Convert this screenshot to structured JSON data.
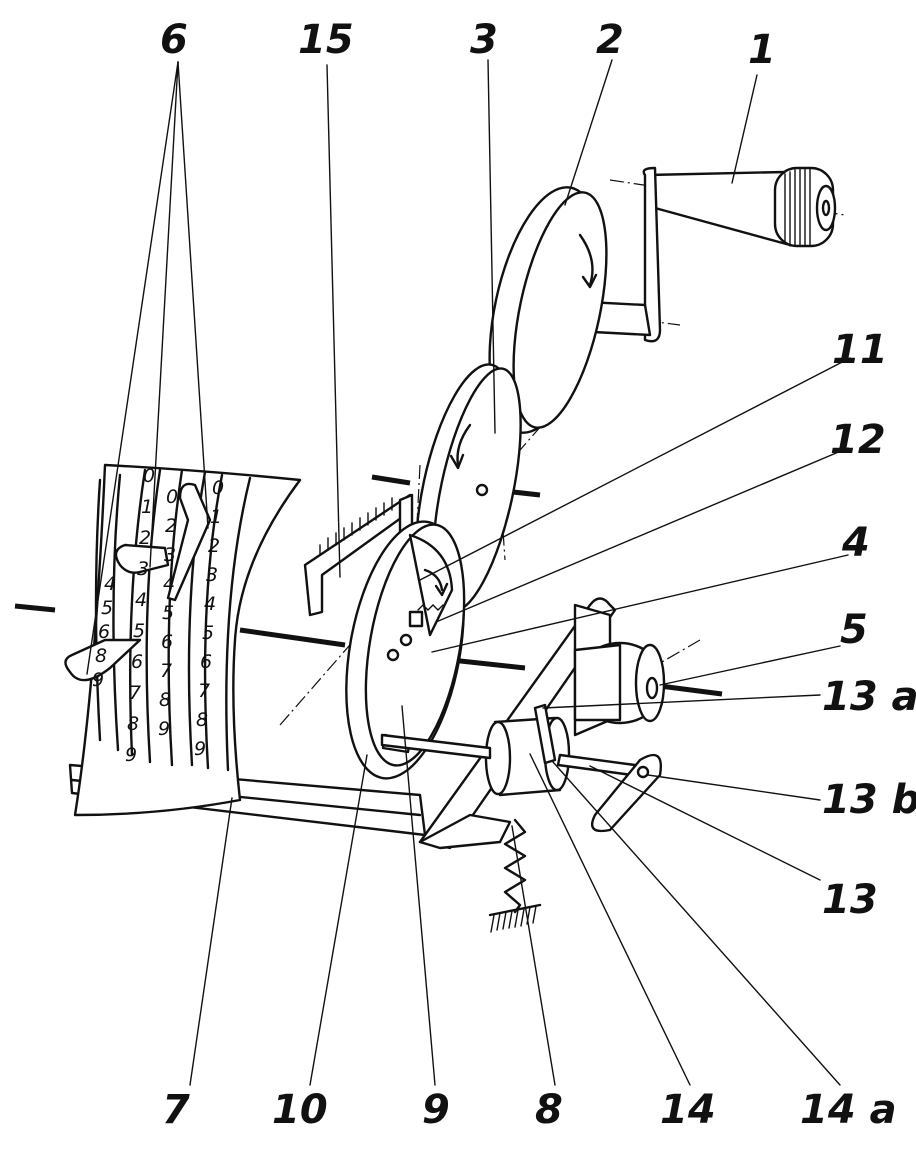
{
  "figure": {
    "labels": [
      {
        "id": "label-1",
        "text": "1"
      },
      {
        "id": "label-2",
        "text": "2"
      },
      {
        "id": "label-3",
        "text": "3"
      },
      {
        "id": "label-4",
        "text": "4"
      },
      {
        "id": "label-5",
        "text": "5"
      },
      {
        "id": "label-6",
        "text": "6"
      },
      {
        "id": "label-7",
        "text": "7"
      },
      {
        "id": "label-8",
        "text": "8"
      },
      {
        "id": "label-9",
        "text": "9"
      },
      {
        "id": "label-10",
        "text": "10"
      },
      {
        "id": "label-11",
        "text": "11"
      },
      {
        "id": "label-12",
        "text": "12"
      },
      {
        "id": "label-13",
        "text": "13"
      },
      {
        "id": "label-13a",
        "text": "13 a"
      },
      {
        "id": "label-13b",
        "text": "13 b"
      },
      {
        "id": "label-14",
        "text": "14"
      },
      {
        "id": "label-14a",
        "text": "14 a"
      },
      {
        "id": "label-15",
        "text": "15"
      }
    ],
    "dial_digits": {
      "column_1": [
        "4",
        "5",
        "6",
        "8",
        "9"
      ],
      "column_2": [
        "0",
        "1",
        "2",
        "3",
        "4",
        "5",
        "6",
        "7",
        "8",
        "9"
      ],
      "column_3": [
        "0",
        "2",
        "3",
        "4",
        "5",
        "6",
        "7",
        "8",
        "9"
      ],
      "column_4": [
        "0",
        "1",
        "2",
        "3",
        "4",
        "5",
        "6",
        "7",
        "8",
        "9"
      ]
    }
  }
}
